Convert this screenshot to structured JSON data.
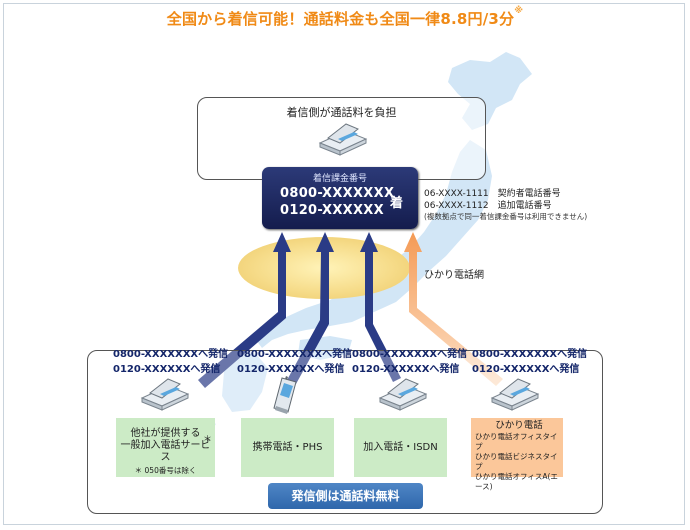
{
  "headline": {
    "text": "全国から着信可能！通話料金も全国一律8.8円/3分",
    "mark": "※"
  },
  "callee": {
    "label": "着信側が通話料を負担",
    "number_box": {
      "header": "着信課金番号",
      "number1": "0800-XXXXXXX",
      "number2": "0120-XXXXXX",
      "suffix": "着"
    },
    "side_notes": [
      "06-XXXX-1111　契約者電話番号",
      "06-XXXX-1112　追加電話番号",
      "(複数拠点で同一着信課金番号は利用できません)"
    ]
  },
  "network": {
    "label": "ひかり電話網"
  },
  "callers": {
    "line1": "0800-XXXXXXXへ発信",
    "line2": "0120-XXXXXXへ発信",
    "groups": [
      {
        "label_line1": "他社が提供する",
        "label_line2": "一般加入電話サービス",
        "star": "＊",
        "note": "＊ 050番号は除く"
      },
      {
        "label": "携帯電話・PHS"
      },
      {
        "label": "加入電話・ISDN"
      },
      {
        "title": "ひかり電話",
        "items": [
          "ひかり電話オフィスタイプ",
          "ひかり電話ビジネスタイプ",
          "ひかり電話オフィスA(エース)"
        ]
      }
    ],
    "footer_label": "発信側は通話料無料"
  },
  "colors": {
    "headline": "#f08a16",
    "number_box": "#1a2460",
    "arrow_blue": "#2a3b86",
    "arrow_orange": "#f7a76b",
    "green_box": "#ccebc6",
    "orange_box": "#fbc79a",
    "free_button": "#3c74b8",
    "map": "#cfe4f6"
  }
}
